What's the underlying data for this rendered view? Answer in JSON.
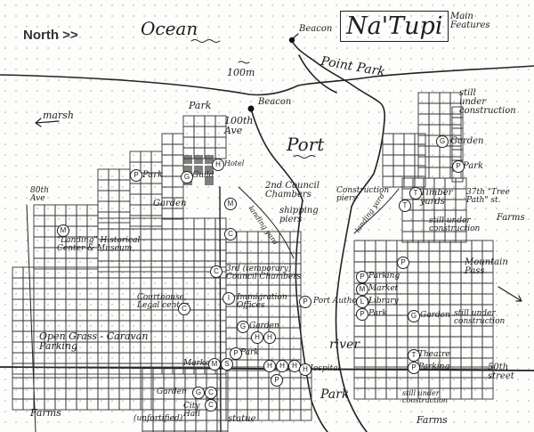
{
  "compass": "North >>",
  "title": "Na'Tupi",
  "title_note": "Main Features",
  "labels": {
    "ocean": "Ocean",
    "distance": "100m",
    "beacon_top": "Beacon",
    "point_park": "Point Park",
    "park_upper": "Park",
    "beacon_mid": "Beacon",
    "ave_100": "100th Ave",
    "port": "Port",
    "marsh": "marsh",
    "park_left": "Park",
    "guild": "Guild",
    "hotel": "Hotel",
    "garden_left": "Garden",
    "ave_80": "80th Ave",
    "council_2nd": "2nd Council Chambers",
    "shipping": "shipping piers",
    "landing_yard": "landing yard",
    "construction_piers": "Construction piers",
    "landing_yard_2": "landing yard",
    "still_constr_1": "still under construction",
    "garden_right": "Garden",
    "park_right": "Park",
    "timber": "Timber yards",
    "tree_path": "37th \"Tree Path\" st.",
    "farms_right": "Farms",
    "still_constr_2": "still under construction",
    "museum": "\"Landing\" Historical Center & Museum",
    "council_3rd": "3rd (temporary) Council Chambers",
    "mountain_pass": "Mountain Pass",
    "parking_1": "Parking",
    "market_right": "Market",
    "library": "Library",
    "park_mid_right": "Park",
    "garden_mid_right": "Garden",
    "still_constr_3": "still under construction",
    "courthouse": "Courthouse, Legal center",
    "immigration": "Immigration Offices",
    "port_authority": "Port Authority",
    "garden_center": "Garden",
    "open_grass": "Open Grass - Caravan Parking",
    "river": "river",
    "market_left": "Market",
    "park_lower": "Park",
    "hospital": "Hospital",
    "theatre": "Theatre",
    "parking_2": "Parking",
    "street_50": "50th street",
    "garden_lower": "Garden",
    "city_hall": "City Hall",
    "unfortified": "(unfortified)",
    "statue": "statue",
    "park_bottom": "Park",
    "still_constr_4": "still under construction",
    "farms_bottom": "Farms",
    "farms_left": "Farms"
  },
  "markers": {
    "park_p": "P",
    "guild_g": "G",
    "hotel_h": "H",
    "market_m": "M",
    "council_c": "C",
    "museum_m": "M",
    "council3_c": "C",
    "court_c": "C",
    "immig_i": "I",
    "porta_p": "P",
    "garden_g": "G",
    "garden_g2": "G",
    "park_p2": "P",
    "timber_t": "T",
    "timber_t2": "T",
    "park_p3": "P",
    "parking_p": "P",
    "market_m2": "M",
    "lib_l": "L",
    "park_p4": "P",
    "garden_g3": "G",
    "h1": "H",
    "h2": "H",
    "h3": "H",
    "h4": "H",
    "h5": "H",
    "hosp_h": "H",
    "market_m3": "M",
    "s1": "S",
    "park_p5": "P",
    "park_p6": "P",
    "theatre_t": "T",
    "parking_p2": "P",
    "garden_g4": "G",
    "ch_c": "C",
    "ch_c2": "C"
  }
}
